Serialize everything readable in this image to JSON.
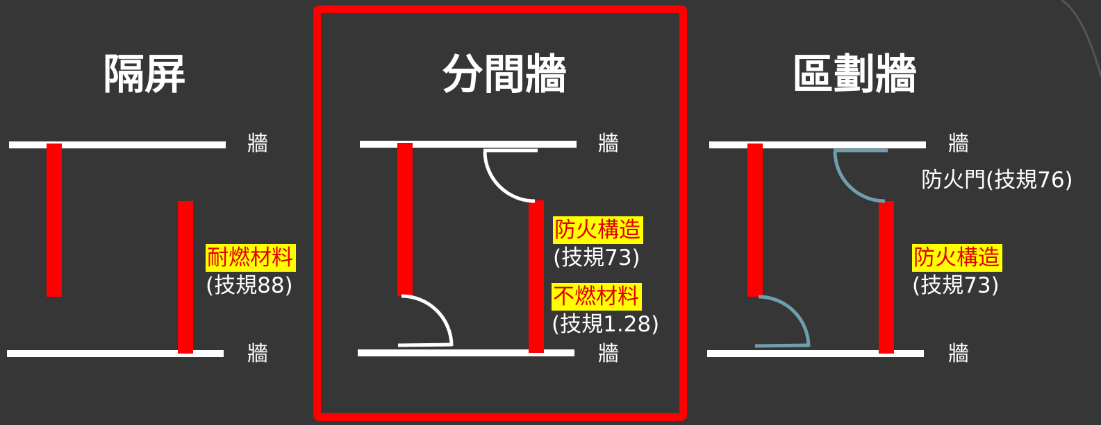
{
  "panels": [
    {
      "title": "隔屏",
      "wall_top": "牆",
      "wall_bottom": "牆",
      "material_highlight": "耐燃材料",
      "material_rule": "(技規88)"
    },
    {
      "title": "分間牆",
      "wall_top": "牆",
      "wall_bottom": "牆",
      "structure_highlight": "防火構造",
      "structure_rule": "(技規73)",
      "material_highlight": "不燃材料",
      "material_rule": "(技規1.28)",
      "selected": true
    },
    {
      "title": "區劃牆",
      "wall_top": "牆",
      "wall_bottom": "牆",
      "door_label": "防火門(技規76)",
      "structure_highlight": "防火構造",
      "structure_rule": "(技規73)"
    }
  ],
  "colors": {
    "background": "#363636",
    "wall": "#ffffff",
    "partition": "#ff0000",
    "highlight": "#ffff00",
    "highlight_text": "#e00000",
    "fire_door": "#6f9fae",
    "plain_door": "#ffffff",
    "selection_frame": "#ff0000"
  }
}
